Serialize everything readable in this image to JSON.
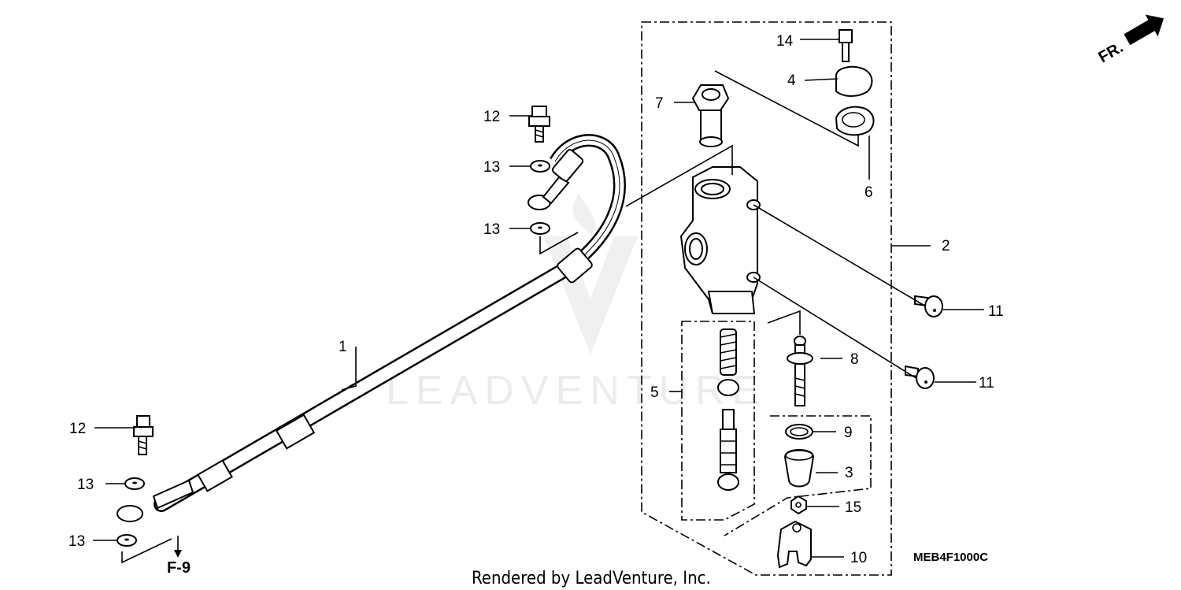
{
  "callouts": [
    {
      "id": "c1",
      "label": "1"
    },
    {
      "id": "c2",
      "label": "2"
    },
    {
      "id": "c3",
      "label": "3"
    },
    {
      "id": "c4",
      "label": "4"
    },
    {
      "id": "c5",
      "label": "5"
    },
    {
      "id": "c6",
      "label": "6"
    },
    {
      "id": "c7",
      "label": "7"
    },
    {
      "id": "c8",
      "label": "8"
    },
    {
      "id": "c9",
      "label": "9"
    },
    {
      "id": "c10",
      "label": "10"
    },
    {
      "id": "c11a",
      "label": "11"
    },
    {
      "id": "c11b",
      "label": "11"
    },
    {
      "id": "c12a",
      "label": "12"
    },
    {
      "id": "c12b",
      "label": "12"
    },
    {
      "id": "c13a",
      "label": "13"
    },
    {
      "id": "c13b",
      "label": "13"
    },
    {
      "id": "c13c",
      "label": "13"
    },
    {
      "id": "c13d",
      "label": "13"
    },
    {
      "id": "c14",
      "label": "14"
    },
    {
      "id": "c15",
      "label": "15"
    }
  ],
  "reference": "F-9",
  "direction": "FR.",
  "diagram_code": "MEB4F1000C",
  "footer": "Rendered by LeadVenture, Inc.",
  "watermark": "LEADVENTURE"
}
